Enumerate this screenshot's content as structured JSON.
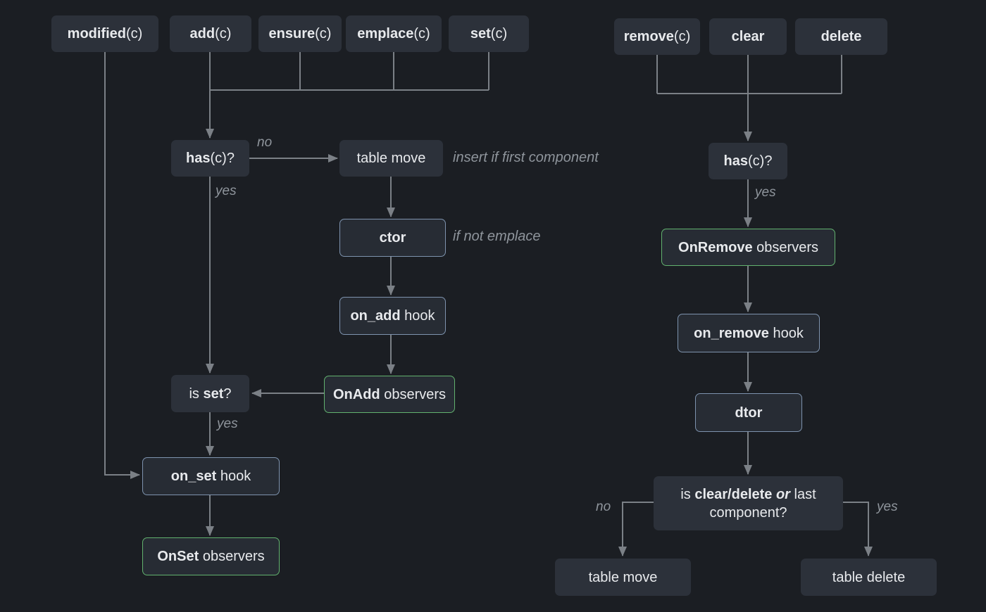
{
  "colors": {
    "background": "#1b1e23",
    "node_fill": "#2c313a",
    "node_fill_bordered": "#272c34",
    "border_blue": "#7e93ae",
    "border_green": "#62b26e",
    "line_gray": "#7b8086",
    "node_text": "#e8eaed",
    "label_gray": "#8f959c"
  },
  "nodes": {
    "modified": {
      "parts": [
        {
          "t": "modified",
          "b": true
        },
        {
          "t": "(c)",
          "b": false
        }
      ]
    },
    "add": {
      "parts": [
        {
          "t": "add",
          "b": true
        },
        {
          "t": "(c)",
          "b": false
        }
      ]
    },
    "ensure": {
      "parts": [
        {
          "t": "ensure",
          "b": true
        },
        {
          "t": "(c)",
          "b": false
        }
      ]
    },
    "emplace": {
      "parts": [
        {
          "t": "emplace",
          "b": true
        },
        {
          "t": "(c)",
          "b": false
        }
      ]
    },
    "set": {
      "parts": [
        {
          "t": "set",
          "b": true
        },
        {
          "t": "(c)",
          "b": false
        }
      ]
    },
    "remove": {
      "parts": [
        {
          "t": "remove",
          "b": true
        },
        {
          "t": "(c)",
          "b": false
        }
      ]
    },
    "clear": {
      "parts": [
        {
          "t": "clear",
          "b": true
        }
      ]
    },
    "delete": {
      "parts": [
        {
          "t": "delete",
          "b": true
        }
      ]
    },
    "has_left": {
      "parts": [
        {
          "t": "has",
          "b": true
        },
        {
          "t": "(c)?",
          "b": false
        }
      ]
    },
    "table_move_top": {
      "parts": [
        {
          "t": "table move",
          "b": false
        }
      ]
    },
    "ctor": {
      "parts": [
        {
          "t": "ctor",
          "b": true
        }
      ]
    },
    "on_add_hook": {
      "parts": [
        {
          "t": "on_add",
          "b": true
        },
        {
          "t": " hook",
          "b": false
        }
      ]
    },
    "onadd_observers": {
      "parts": [
        {
          "t": "OnAdd",
          "b": true
        },
        {
          "t": " observers",
          "b": false
        }
      ]
    },
    "is_set": {
      "parts": [
        {
          "t": "is ",
          "b": false
        },
        {
          "t": "set",
          "b": true
        },
        {
          "t": "?",
          "b": false
        }
      ]
    },
    "on_set_hook": {
      "parts": [
        {
          "t": "on_set",
          "b": true
        },
        {
          "t": " hook",
          "b": false
        }
      ]
    },
    "onset_observers": {
      "parts": [
        {
          "t": "OnSet",
          "b": true
        },
        {
          "t": " observers",
          "b": false
        }
      ]
    },
    "has_right": {
      "parts": [
        {
          "t": "has",
          "b": true
        },
        {
          "t": "(c)?",
          "b": false
        }
      ]
    },
    "onremove_observers": {
      "parts": [
        {
          "t": "OnRemove",
          "b": true
        },
        {
          "t": " observers",
          "b": false
        }
      ]
    },
    "on_remove_hook": {
      "parts": [
        {
          "t": "on_remove",
          "b": true
        },
        {
          "t": " hook",
          "b": false
        }
      ]
    },
    "dtor": {
      "parts": [
        {
          "t": "dtor",
          "b": true
        }
      ]
    },
    "is_clear_delete": {
      "parts": [
        {
          "t": "is ",
          "b": false
        },
        {
          "t": "clear/delete ",
          "b": true
        },
        {
          "t": "or",
          "bi": true
        },
        {
          "t": " last component?",
          "b": false
        }
      ]
    },
    "table_move_bottom": {
      "parts": [
        {
          "t": "table move",
          "b": false
        }
      ]
    },
    "table_delete": {
      "parts": [
        {
          "t": "table delete",
          "b": false
        }
      ]
    }
  },
  "labels": {
    "no_has_left": "no",
    "yes_has_left": "yes",
    "insert_if_first": "insert if first component",
    "if_not_emplace": "if not emplace",
    "yes_is_set": "yes",
    "yes_has_right": "yes",
    "no_bottom": "no",
    "yes_bottom": "yes"
  }
}
